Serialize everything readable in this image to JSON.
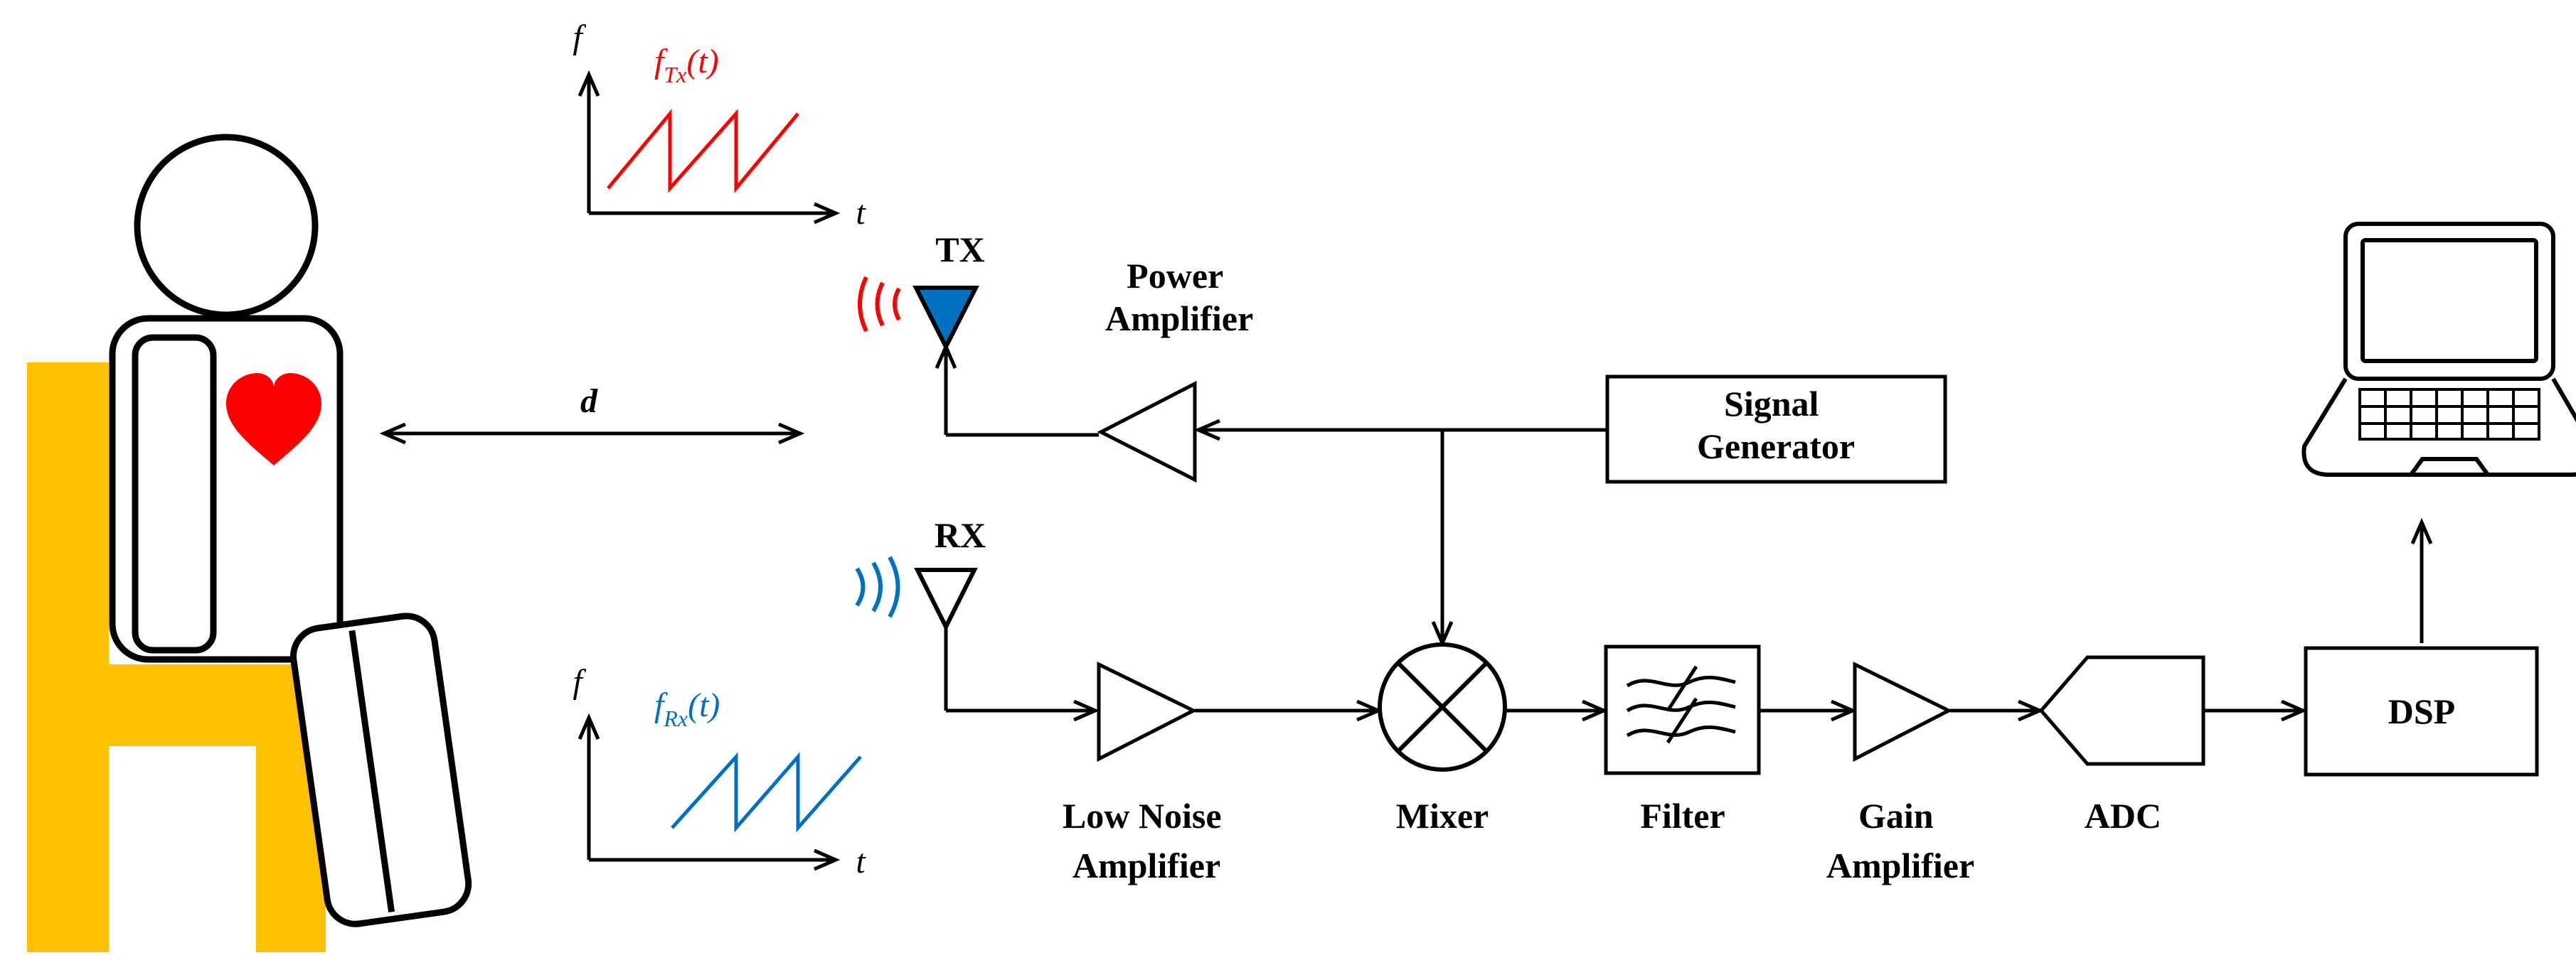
{
  "colors": {
    "chair": "#FFC000",
    "heart": "#FF0000",
    "tx_wave": "#FF0000",
    "rx_wave": "#0070C0",
    "tx_antenna_fill": "#0070C0",
    "line": "#000000"
  },
  "icons": {
    "person": "person-seated-icon",
    "chair": "chair-icon",
    "heart": "heart-icon",
    "laptop": "laptop-icon",
    "mixer": "mixer-x-circle-icon",
    "filter": "filter-waves-icon"
  },
  "distance": {
    "label": "d"
  },
  "tx_chart": {
    "y_label": "f",
    "x_label": "t",
    "signal_label_main": "f",
    "signal_label_sub": "Tx",
    "signal_label_tail": "(t)"
  },
  "rx_chart": {
    "y_label": "f",
    "x_label": "t",
    "signal_label_main": "f",
    "signal_label_sub": "Rx",
    "signal_label_tail": "(t)"
  },
  "antennas": {
    "tx": "TX",
    "rx": "RX"
  },
  "blocks": {
    "power_amplifier": [
      "Power",
      "Amplifier"
    ],
    "signal_generator": [
      "Signal",
      "Generator"
    ],
    "low_noise_amplifier": [
      "Low Noise",
      "Amplifier"
    ],
    "mixer": "Mixer",
    "filter": "Filter",
    "gain_amplifier": [
      "Gain",
      "Amplifier"
    ],
    "adc": "ADC",
    "dsp": "DSP"
  }
}
